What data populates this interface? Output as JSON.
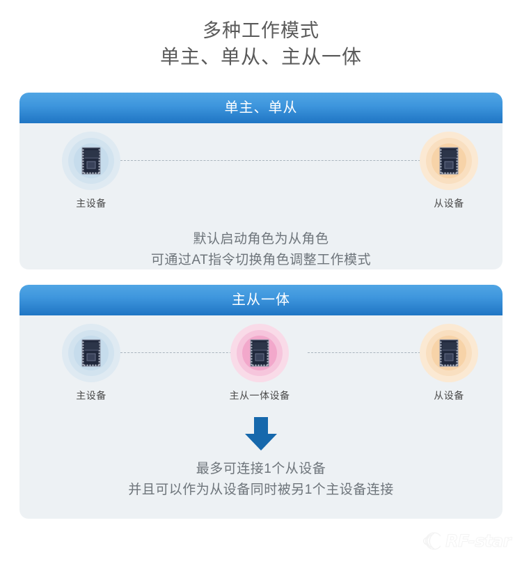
{
  "title": {
    "line1": "多种工作模式",
    "line2": "单主、单从、主从一体"
  },
  "colors": {
    "header_gradient_top": "#50a5e4",
    "header_gradient_bottom": "#1f75c4",
    "card_background": "#edf1f4",
    "page_background": "#ffffff",
    "arrow": "#1668ac",
    "title_text": "#5a5a5a",
    "desc_text": "#6d747a",
    "master_ring": "#c6dcec",
    "slave_ring": "#f7d3a8",
    "combo_ring": "#f2a8cb"
  },
  "cards": [
    {
      "header": "单主、单从",
      "devices": [
        {
          "label": "主设备",
          "role": "master",
          "icon": "ble-module-icon",
          "ring_color": "blue"
        },
        {
          "label": "从设备",
          "role": "slave",
          "icon": "ble-module-icon",
          "ring_color": "orange"
        }
      ],
      "description": {
        "line1": "默认启动角色为从角色",
        "line2": "可通过AT指令切换角色调整工作模式"
      }
    },
    {
      "header": "主从一体",
      "devices": [
        {
          "label": "主设备",
          "role": "master",
          "icon": "ble-module-icon",
          "ring_color": "blue"
        },
        {
          "label": "主从一体设备",
          "role": "master-slave-combo",
          "icon": "ble-module-icon",
          "ring_color": "pink"
        },
        {
          "label": "从设备",
          "role": "slave",
          "icon": "ble-module-icon",
          "ring_color": "orange"
        }
      ],
      "arrow": "down-arrow-icon",
      "description": {
        "line1": "最多可连接1个从设备",
        "line2": "并且可以作为从设备同时被另1个主设备连接"
      }
    }
  ],
  "logo": {
    "mark": "rf-star-wave-icon",
    "text": "RF-star"
  }
}
